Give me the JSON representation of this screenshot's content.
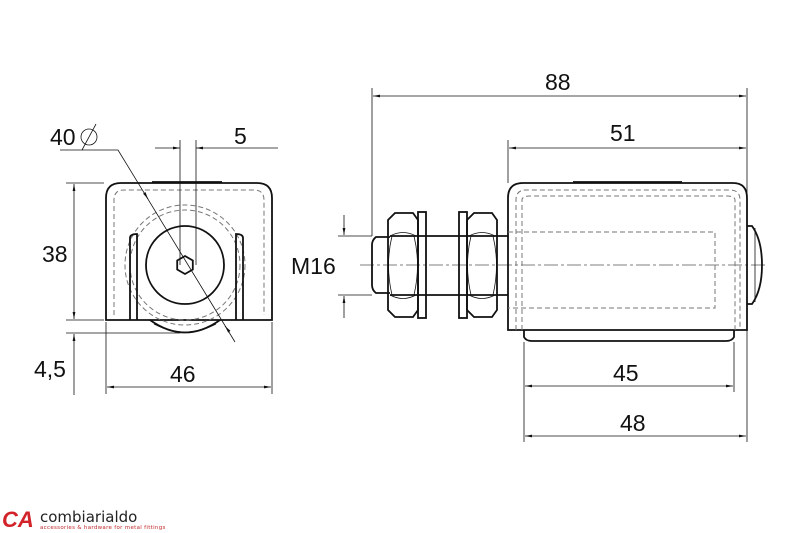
{
  "dimensions": {
    "diameter": "40",
    "offset": "5",
    "height": "38",
    "wheel_protrusion": "4,5",
    "width_front": "46",
    "thread": "M16",
    "total_length": "88",
    "body_length": "51",
    "plate_length": "45",
    "overall_body": "48"
  },
  "logo": {
    "mark": "CA",
    "name": "combiarialdo",
    "tagline": "accessories & hardware for metal fittings",
    "brand_color": "#d2232a"
  }
}
